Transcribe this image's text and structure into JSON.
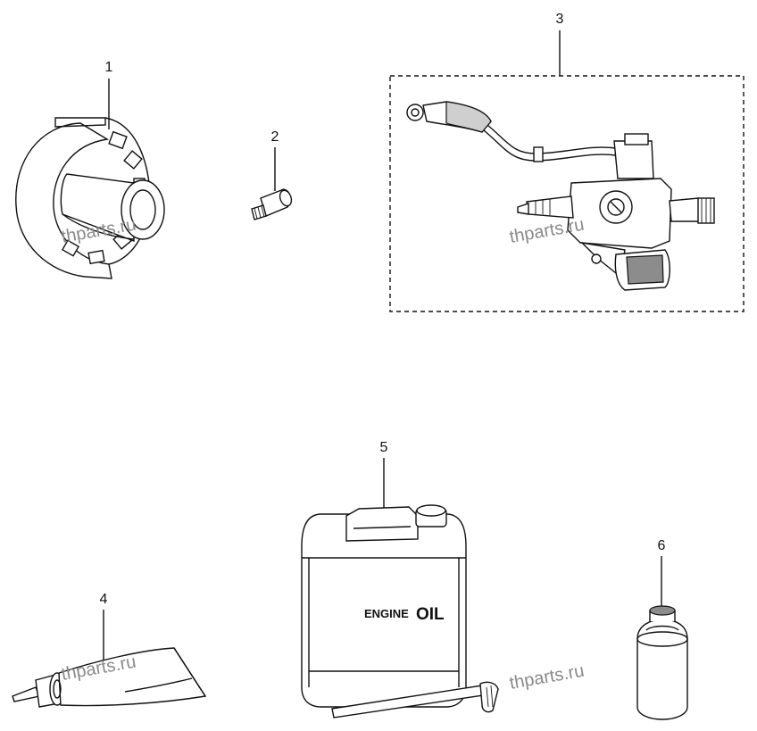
{
  "parts": [
    {
      "callout": "1",
      "icon": "ring-bracket-icon"
    },
    {
      "callout": "2",
      "icon": "stud-icon"
    },
    {
      "callout": "3",
      "icon": "throttle-cable-assembly-icon"
    },
    {
      "callout": "4",
      "icon": "grease-tube-icon"
    },
    {
      "callout": "5",
      "icon": "oil-can-icon",
      "label_small": "ENGINE",
      "label_large": "OIL"
    },
    {
      "callout": "6",
      "icon": "small-bottle-icon"
    }
  ],
  "watermarks": [
    "thparts.ru",
    "thparts.ru",
    "thparts.ru",
    "thparts.ru"
  ],
  "colors": {
    "line": "#111111",
    "watermark": "#8a8a8a",
    "background": "#ffffff"
  }
}
